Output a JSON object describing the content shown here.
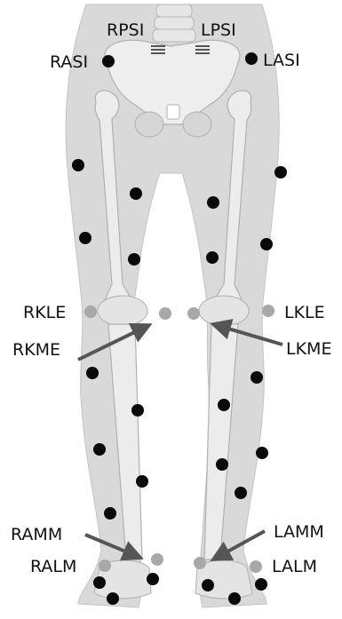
{
  "labels": {
    "rpsi": "RPSI",
    "lpsi": "LPSI",
    "rasi": "RASI",
    "lasi": "LASI",
    "rkle": "RKLE",
    "lkle": "LKLE",
    "rkme": "RKME",
    "lkme": "LKME",
    "ramm": "RAMM",
    "lamm": "LAMM",
    "ralm": "RALM",
    "lalm": "LALM"
  },
  "colors": {
    "tracking_marker": "#0a0a0a",
    "calibration_marker": "#a8a8a8",
    "arrow": "#555555",
    "skin": "#d6d6d6",
    "bone": "#ececec"
  }
}
